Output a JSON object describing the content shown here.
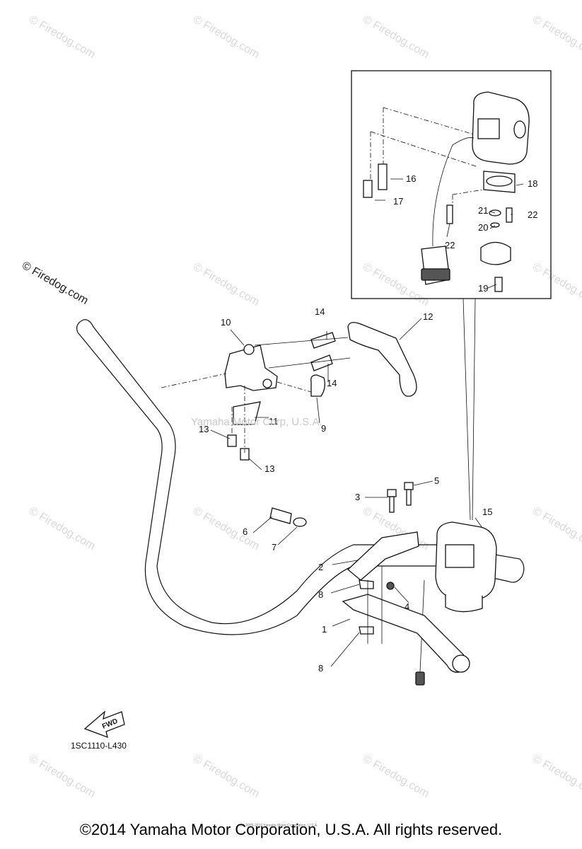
{
  "watermark": {
    "text": "Firedog.com",
    "prefix": "©"
  },
  "center_watermark": "Yamaha Motor Corp, U.S.A.",
  "callouts": [
    "1",
    "2",
    "3",
    "4",
    "5",
    "6",
    "7",
    "8",
    "8",
    "9",
    "10",
    "11",
    "12",
    "13",
    "13",
    "14",
    "14",
    "15",
    "16",
    "17",
    "18",
    "19",
    "20",
    "21",
    "22",
    "22"
  ],
  "fwd_label": "FWD",
  "diagram_code": "1SC1110-L430",
  "fine_print": "(c) 2005-2015 Yamaha Motor Corporation, U.S.A.",
  "copyright": "©2014 Yamaha Motor Corporation, U.S.A. All rights reserved."
}
